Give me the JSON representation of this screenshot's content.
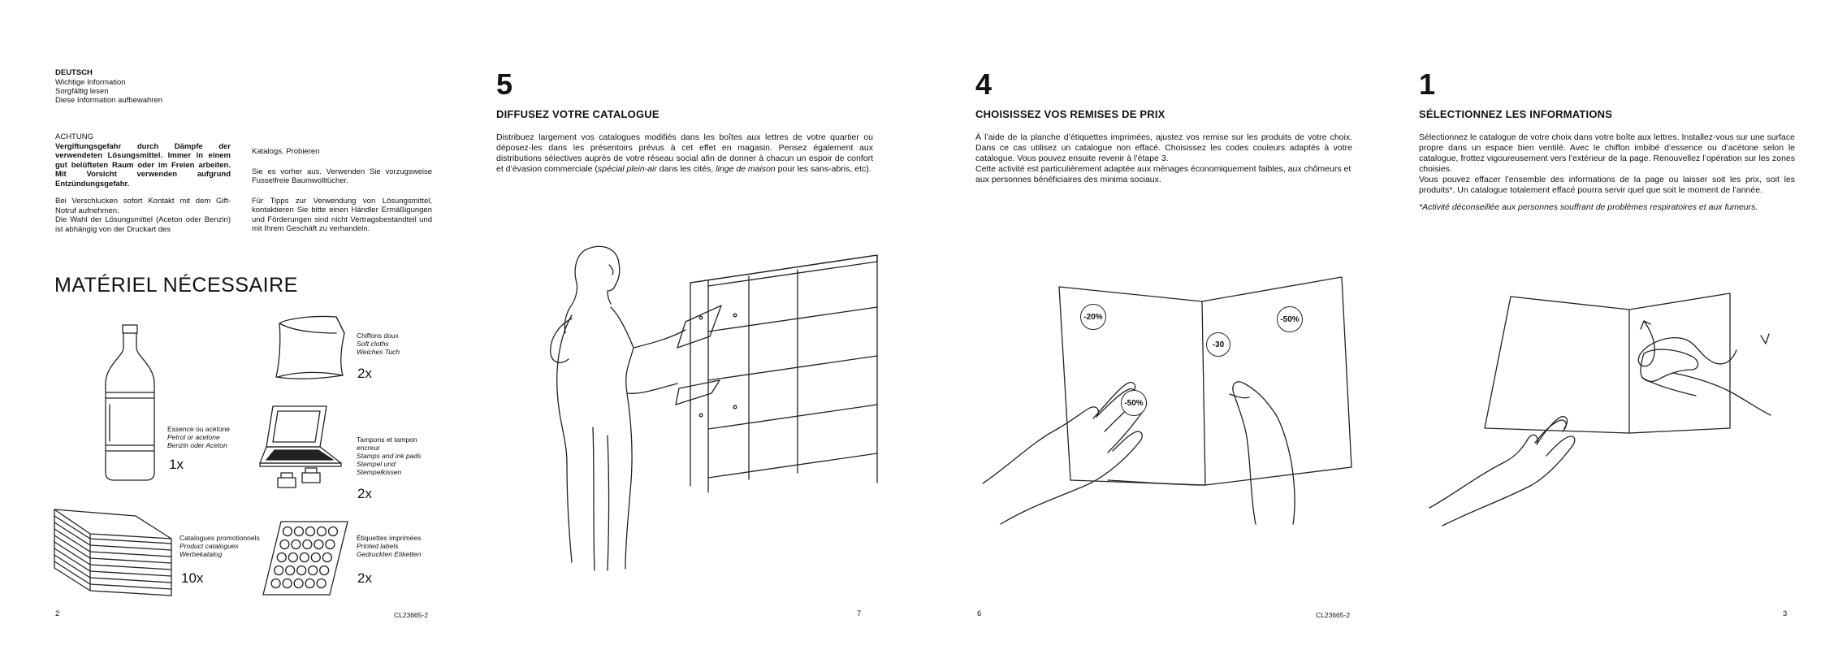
{
  "page2": {
    "lang": "DEUTSCH",
    "lines": [
      "Wichtige Information",
      "Sorgfältig lesen",
      "Diese Information aufbewahren"
    ],
    "achtung_title": "ACHTUNG",
    "achtung_bold": "Vergiftungsgefahr durch Dämpfe der verwendeten Lösungsmittel. Immer in einem gut belüfteten Raum oder im Freien arbeiten. Mit Vorsicht verwenden aufgrund Entzündungsgefahr.",
    "achtung_p2": "Bei Verschlucken sofort Kontakt mit dem Gift-Notruf aufnehmen.",
    "achtung_p3": "Die Wahl der Lösungsmittel (Aceton oder Benzin) ist abhängig von der Druckart des",
    "col2_p1": "Katalogs. Probieren",
    "col2_p2": "Sie es vorher aus. Verwenden Sie vorzugsweise Fusselfreie Baumwolltücher.",
    "col2_p3": "Für Tipps zur Verwendung von Lösungsmittel, kontaktieren Sie bitte einen Händler Ermäßigungen und Förderungen sind nicht Vertragsbestandteil und mit Ihrem Geschäft zu verhandeln.",
    "section_title": "MATÉRIEL NÉCESSAIRE",
    "items": [
      {
        "name": "bottle",
        "labels": [
          "Essence ou acétone",
          "Petrol or acetone",
          "Benzin oder Aceton"
        ],
        "qty": "1x"
      },
      {
        "name": "cloth",
        "labels": [
          "Chiffons doux",
          "Soft cloths",
          "Weiches Tuch"
        ],
        "qty": "2x"
      },
      {
        "name": "stamps",
        "labels": [
          "Tampons et tampon encreur",
          "Stamps and ink pads",
          "Stempel und Stempelkissen"
        ],
        "qty": "2x"
      },
      {
        "name": "catalogues",
        "labels": [
          "Catalogues promotionnels",
          "Product catalogues",
          "Werbekatalog"
        ],
        "qty": "10x"
      },
      {
        "name": "labels",
        "labels": [
          "Étiquettes imprimées",
          "Printed labels",
          "Gedruckten Etiketten"
        ],
        "qty": "2x"
      }
    ],
    "page_number": "2",
    "ref": "CL23665-2"
  },
  "page7": {
    "step": "5",
    "title": "DIFFUSEZ VOTRE CATALOGUE",
    "text_a": "Distribuez largement vos catalogues modifiés dans les boîtes aux lettres de votre quartier ou déposez-les dans les présentoirs prévus à cet effet en magasin. Pensez également aux distributions sélectives auprès de votre réseau social afin de donner à chacun un espoir de confort et d’évasion commerciale (",
    "text_i1": "spécial plein-air",
    "text_b": " dans les cités, ",
    "text_i2": "linge de maison",
    "text_c": " pour les sans-abris, etc).",
    "page_number": "7"
  },
  "page6": {
    "step": "4",
    "title": "CHOISISSEZ VOS REMISES DE PRIX",
    "text_1": "À l’aide de la planche d’étiquettes imprimées, ajustez vos remise sur les produits de votre choix. Dans ce cas utilisez un catalogue non effacé. Choisissez les codes couleurs adaptés à votre catalogue. Vous pouvez ensuite revenir à l’étape 3.",
    "text_2": "Cette activité est particulièrement adaptée aux ménages économiquement faibles, aux chômeurs et aux personnes bénéficiaires des minima sociaux.",
    "badges": [
      "-20%",
      "-50%",
      "-30",
      "-50%"
    ],
    "page_number": "6",
    "ref": "CL23665-2"
  },
  "page3": {
    "step": "1",
    "title": "SÉLECTIONNEZ LES INFORMATIONS",
    "text_1": "Sélectionnez le catalogue de votre choix dans votre boîte aux lettres. Installez-vous sur une surface propre dans un espace bien ventilé. Avec le chiffon imbibé d’essence ou d’acétone selon le catalogue, frottez vigoureusement vers l’extérieur de la page. Renouvellez l’opération sur les zones choisies.",
    "text_2": "Vous pouvez effacer l’ensemble des informations de la page ou laisser soit les prix, soit les produits*. Un catalogue totalement effacé pourra servir quel que soit le moment de l’année.",
    "note": "*Activité déconseillée aux personnes souffrant de problèmes respiratoires et aux fumeurs.",
    "page_number": "3"
  }
}
